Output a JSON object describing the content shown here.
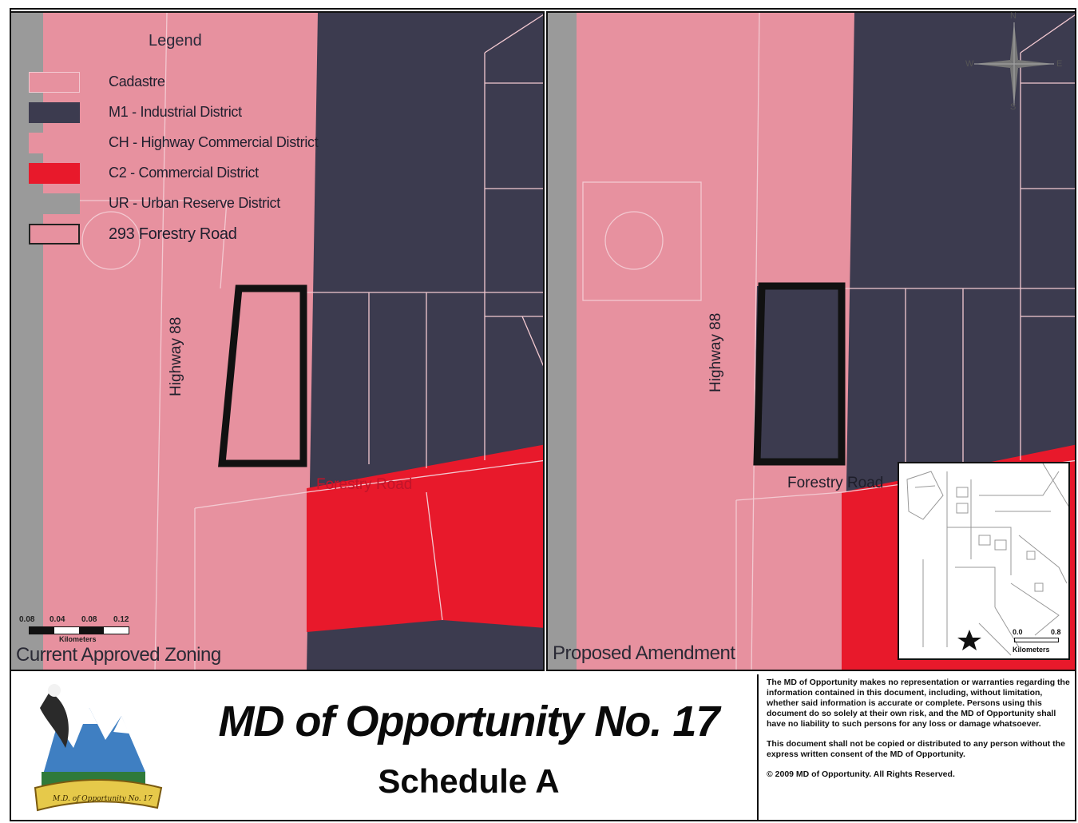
{
  "legend": {
    "title": "Legend",
    "items": [
      {
        "label": "Cadastre",
        "swatch": "cadastre"
      },
      {
        "label": "M1 - Industrial District",
        "swatch": "m1"
      },
      {
        "label": "CH - Highway Commercial District",
        "swatch": "ch"
      },
      {
        "label": "C2 - Commercial District",
        "swatch": "c2"
      },
      {
        "label": "UR - Urban Reserve District",
        "swatch": "ur"
      },
      {
        "label": "293 Forestry Road",
        "swatch": "site"
      }
    ]
  },
  "colors": {
    "industrial": "#3c3b4f",
    "highway_commercial": "#e7919f",
    "commercial": "#e8192b",
    "urban_reserve": "#9a9a9a",
    "cadastre": "#f3c9d1"
  },
  "left_panel": {
    "caption": "Current Approved Zoning",
    "highway_label": "Highway 88",
    "road_label": "Forestry Road",
    "scale": {
      "ticks": [
        "0.08",
        "0.04",
        "0.08",
        "0.12"
      ],
      "unit": "Kilometers"
    }
  },
  "right_panel": {
    "caption": "Proposed Amendment",
    "highway_label": "Highway 88",
    "road_label": "Forestry Road"
  },
  "compass": {
    "n": "N",
    "e": "E",
    "s": "S",
    "w": "W"
  },
  "inset": {
    "scale_ticks": [
      "0.0",
      "0.8"
    ],
    "unit": "Kilometers",
    "marker_icon": "star-icon"
  },
  "footer": {
    "title": "MD of Opportunity No. 17",
    "subtitle": "Schedule A",
    "logo_text": "M.D. of Opportunity No. 17",
    "disclaimer": [
      "The MD of Opportunity makes no representation or warranties regarding the information contained in this document, including, without limitation, whether said information is accurate or complete. Persons using this document do so solely at their own risk, and the MD of Opportunity shall have no liability to such persons for any loss or damage whatsoever.",
      "This document shall not be copied or distributed to any person without the express written consent of the MD of Opportunity.",
      "© 2009 MD of Opportunity. All Rights Reserved."
    ]
  }
}
